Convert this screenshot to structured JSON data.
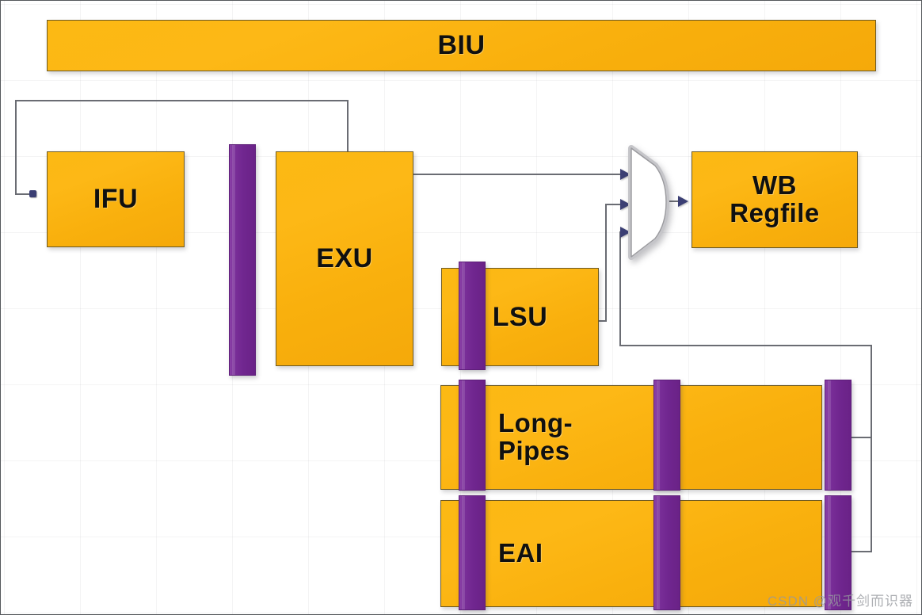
{
  "diagram": {
    "title": "CPU Microarchitecture Block Diagram",
    "colors": {
      "block_fill": "#fcb913",
      "block_border": "#6e5a23",
      "bar_fill": "#70268f",
      "bar_border": "#5d1e78",
      "wire": "#6a6c73",
      "arrow": "#3b3f74",
      "mux_fill": "#ffffff",
      "mux_border": "#c9c9cc",
      "background": "#ffffff"
    },
    "blocks": [
      {
        "id": "biu",
        "label": "BIU"
      },
      {
        "id": "ifu",
        "label": "IFU"
      },
      {
        "id": "exu",
        "label": "EXU"
      },
      {
        "id": "lsu",
        "label": "LSU"
      },
      {
        "id": "wb_regfile",
        "label": "WB\nRegfile"
      },
      {
        "id": "long_pipes",
        "label": "Long-\nPipes"
      },
      {
        "id": "eai",
        "label": "EAI"
      }
    ],
    "mux": {
      "name": "write-back-mux",
      "input_count": 3,
      "output_count": 1,
      "inputs_from": [
        "EXU",
        "LSU",
        "Long-Pipes / EAI"
      ],
      "output_to": "WB Regfile"
    },
    "pipeline_bars": {
      "label": "pipeline-stage-bar",
      "count": 8
    }
  },
  "watermark": {
    "text": "CSDN @观千剑而识器"
  }
}
